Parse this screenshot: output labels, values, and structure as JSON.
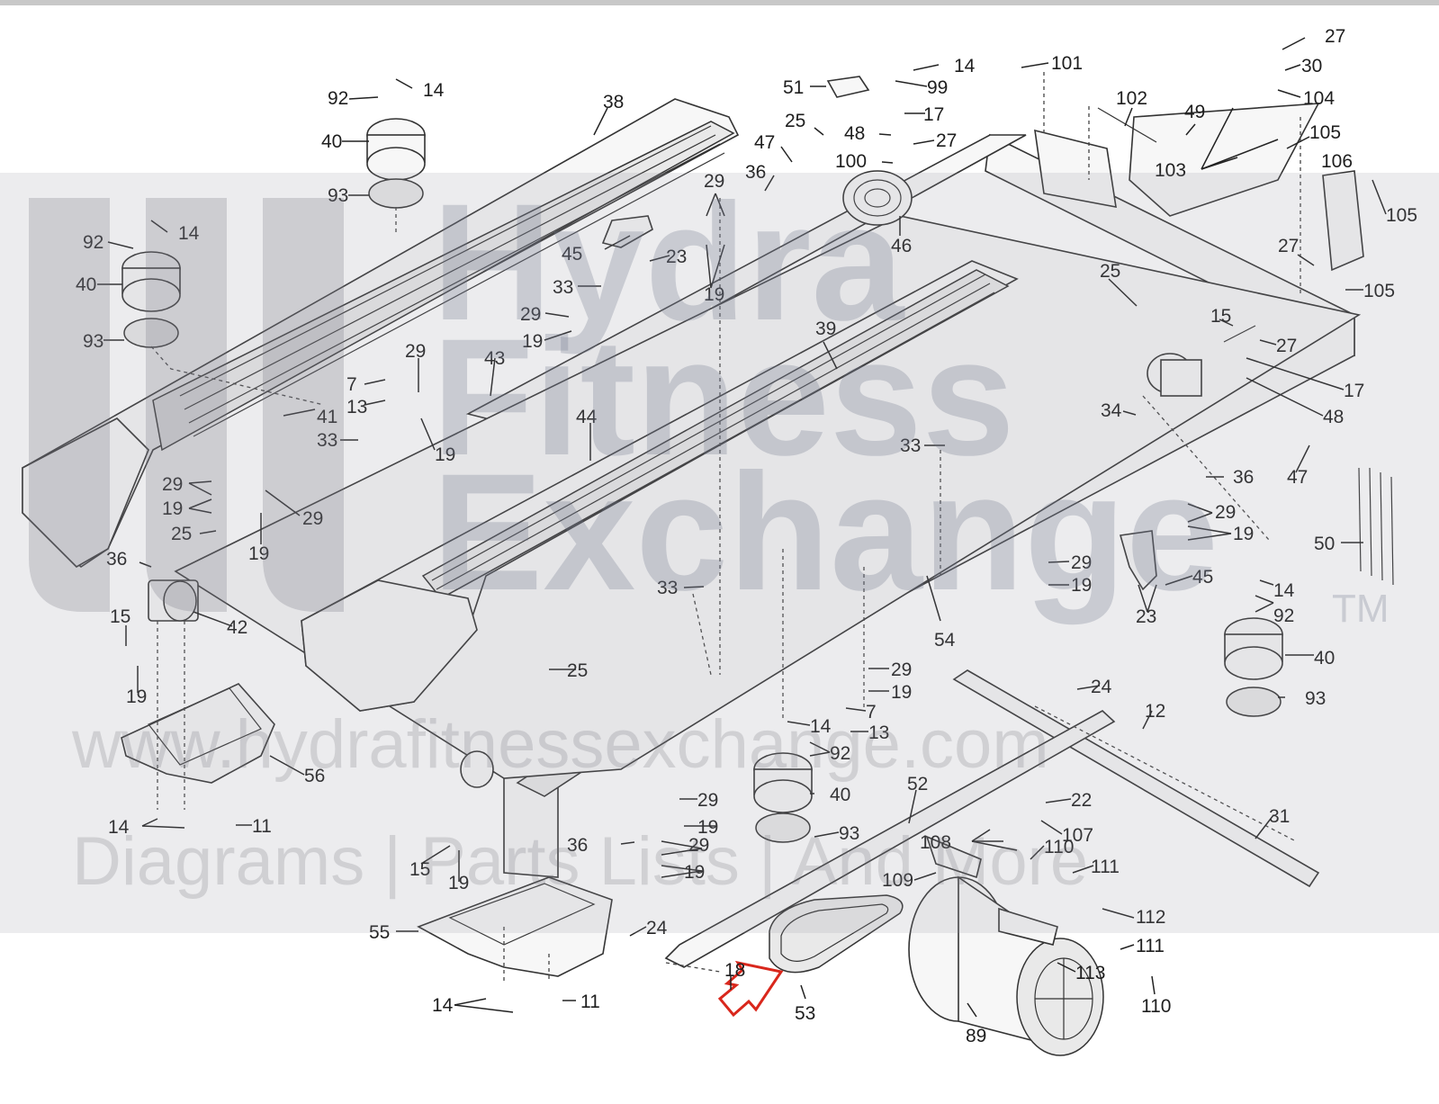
{
  "watermark": {
    "line1": "Hydra",
    "line2": "Fitness",
    "line3": "Exchange",
    "tm": "TM",
    "url": "www.hydrafitnessexchange.com",
    "tagline": "Diagrams | Parts Lists | And More"
  },
  "colors": {
    "highlight_arrow": "#d9271c",
    "line": "#333333",
    "watermark_band": "#9696a0"
  },
  "callouts": [
    {
      "id": "38",
      "text": "38"
    },
    {
      "id": "92a",
      "text": "92"
    },
    {
      "id": "14a",
      "text": "14"
    },
    {
      "id": "40a",
      "text": "40"
    },
    {
      "id": "93a",
      "text": "93"
    },
    {
      "id": "92b",
      "text": "92"
    },
    {
      "id": "14b",
      "text": "14"
    },
    {
      "id": "40b",
      "text": "40"
    },
    {
      "id": "93b",
      "text": "93"
    },
    {
      "id": "51",
      "text": "51"
    },
    {
      "id": "14c",
      "text": "14"
    },
    {
      "id": "99",
      "text": "99"
    },
    {
      "id": "101",
      "text": "101"
    },
    {
      "id": "27a",
      "text": "27"
    },
    {
      "id": "30",
      "text": "30"
    },
    {
      "id": "104",
      "text": "104"
    },
    {
      "id": "102",
      "text": "102"
    },
    {
      "id": "49",
      "text": "49"
    },
    {
      "id": "105a",
      "text": "105"
    },
    {
      "id": "103",
      "text": "103"
    },
    {
      "id": "106",
      "text": "106"
    },
    {
      "id": "105b",
      "text": "105"
    },
    {
      "id": "27b",
      "text": "27"
    },
    {
      "id": "105c",
      "text": "105"
    },
    {
      "id": "17a",
      "text": "17"
    },
    {
      "id": "25a",
      "text": "25"
    },
    {
      "id": "48a",
      "text": "48"
    },
    {
      "id": "27c",
      "text": "27"
    },
    {
      "id": "47a",
      "text": "47"
    },
    {
      "id": "100",
      "text": "100"
    },
    {
      "id": "36a",
      "text": "36"
    },
    {
      "id": "46",
      "text": "46"
    },
    {
      "id": "29a",
      "text": "29"
    },
    {
      "id": "45a",
      "text": "45"
    },
    {
      "id": "23a",
      "text": "23"
    },
    {
      "id": "19a",
      "text": "19"
    },
    {
      "id": "33a",
      "text": "33"
    },
    {
      "id": "29b",
      "text": "29"
    },
    {
      "id": "19b",
      "text": "19"
    },
    {
      "id": "25b",
      "text": "25"
    },
    {
      "id": "15a",
      "text": "15"
    },
    {
      "id": "27d",
      "text": "27"
    },
    {
      "id": "39",
      "text": "39"
    },
    {
      "id": "29c",
      "text": "29"
    },
    {
      "id": "43",
      "text": "43"
    },
    {
      "id": "7a",
      "text": "7"
    },
    {
      "id": "13a",
      "text": "13"
    },
    {
      "id": "41",
      "text": "41"
    },
    {
      "id": "33b",
      "text": "33"
    },
    {
      "id": "19c",
      "text": "19"
    },
    {
      "id": "44",
      "text": "44"
    },
    {
      "id": "17b",
      "text": "17"
    },
    {
      "id": "34",
      "text": "34"
    },
    {
      "id": "48b",
      "text": "48"
    },
    {
      "id": "33c",
      "text": "33"
    },
    {
      "id": "47b",
      "text": "47"
    },
    {
      "id": "36b",
      "text": "36"
    },
    {
      "id": "29d",
      "text": "29"
    },
    {
      "id": "19d",
      "text": "19"
    },
    {
      "id": "29e",
      "text": "29"
    },
    {
      "id": "25c",
      "text": "25"
    },
    {
      "id": "19e",
      "text": "19"
    },
    {
      "id": "29f",
      "text": "29"
    },
    {
      "id": "19f",
      "text": "19"
    },
    {
      "id": "36c",
      "text": "36"
    },
    {
      "id": "29g",
      "text": "29"
    },
    {
      "id": "19g",
      "text": "19"
    },
    {
      "id": "50",
      "text": "50"
    },
    {
      "id": "45b",
      "text": "45"
    },
    {
      "id": "23b",
      "text": "23"
    },
    {
      "id": "14d",
      "text": "14"
    },
    {
      "id": "92c",
      "text": "92"
    },
    {
      "id": "15b",
      "text": "15"
    },
    {
      "id": "42",
      "text": "42"
    },
    {
      "id": "33d",
      "text": "33"
    },
    {
      "id": "54",
      "text": "54"
    },
    {
      "id": "19h",
      "text": "19"
    },
    {
      "id": "40c",
      "text": "40"
    },
    {
      "id": "25d",
      "text": "25"
    },
    {
      "id": "29h",
      "text": "29"
    },
    {
      "id": "19i",
      "text": "19"
    },
    {
      "id": "24a",
      "text": "24"
    },
    {
      "id": "7b",
      "text": "7"
    },
    {
      "id": "12",
      "text": "12"
    },
    {
      "id": "93c",
      "text": "93"
    },
    {
      "id": "14e",
      "text": "14"
    },
    {
      "id": "13b",
      "text": "13"
    },
    {
      "id": "92d",
      "text": "92"
    },
    {
      "id": "56",
      "text": "56"
    },
    {
      "id": "40d",
      "text": "40"
    },
    {
      "id": "52",
      "text": "52"
    },
    {
      "id": "22",
      "text": "22"
    },
    {
      "id": "14f",
      "text": "14"
    },
    {
      "id": "11a",
      "text": "11"
    },
    {
      "id": "29i",
      "text": "29"
    },
    {
      "id": "19j",
      "text": "19"
    },
    {
      "id": "31",
      "text": "31"
    },
    {
      "id": "107",
      "text": "107"
    },
    {
      "id": "93d",
      "text": "93"
    },
    {
      "id": "108",
      "text": "108"
    },
    {
      "id": "110a",
      "text": "110"
    },
    {
      "id": "36d",
      "text": "36"
    },
    {
      "id": "29j",
      "text": "29"
    },
    {
      "id": "19k",
      "text": "19"
    },
    {
      "id": "15c",
      "text": "15"
    },
    {
      "id": "109",
      "text": "109"
    },
    {
      "id": "111a",
      "text": "111"
    },
    {
      "id": "19l",
      "text": "19"
    },
    {
      "id": "112",
      "text": "112"
    },
    {
      "id": "24b",
      "text": "24"
    },
    {
      "id": "55",
      "text": "55"
    },
    {
      "id": "111b",
      "text": "111"
    },
    {
      "id": "113",
      "text": "113"
    },
    {
      "id": "18",
      "text": "18"
    },
    {
      "id": "14g",
      "text": "14"
    },
    {
      "id": "11b",
      "text": "11"
    },
    {
      "id": "110b",
      "text": "110"
    },
    {
      "id": "53",
      "text": "53"
    },
    {
      "id": "89",
      "text": "89"
    }
  ]
}
